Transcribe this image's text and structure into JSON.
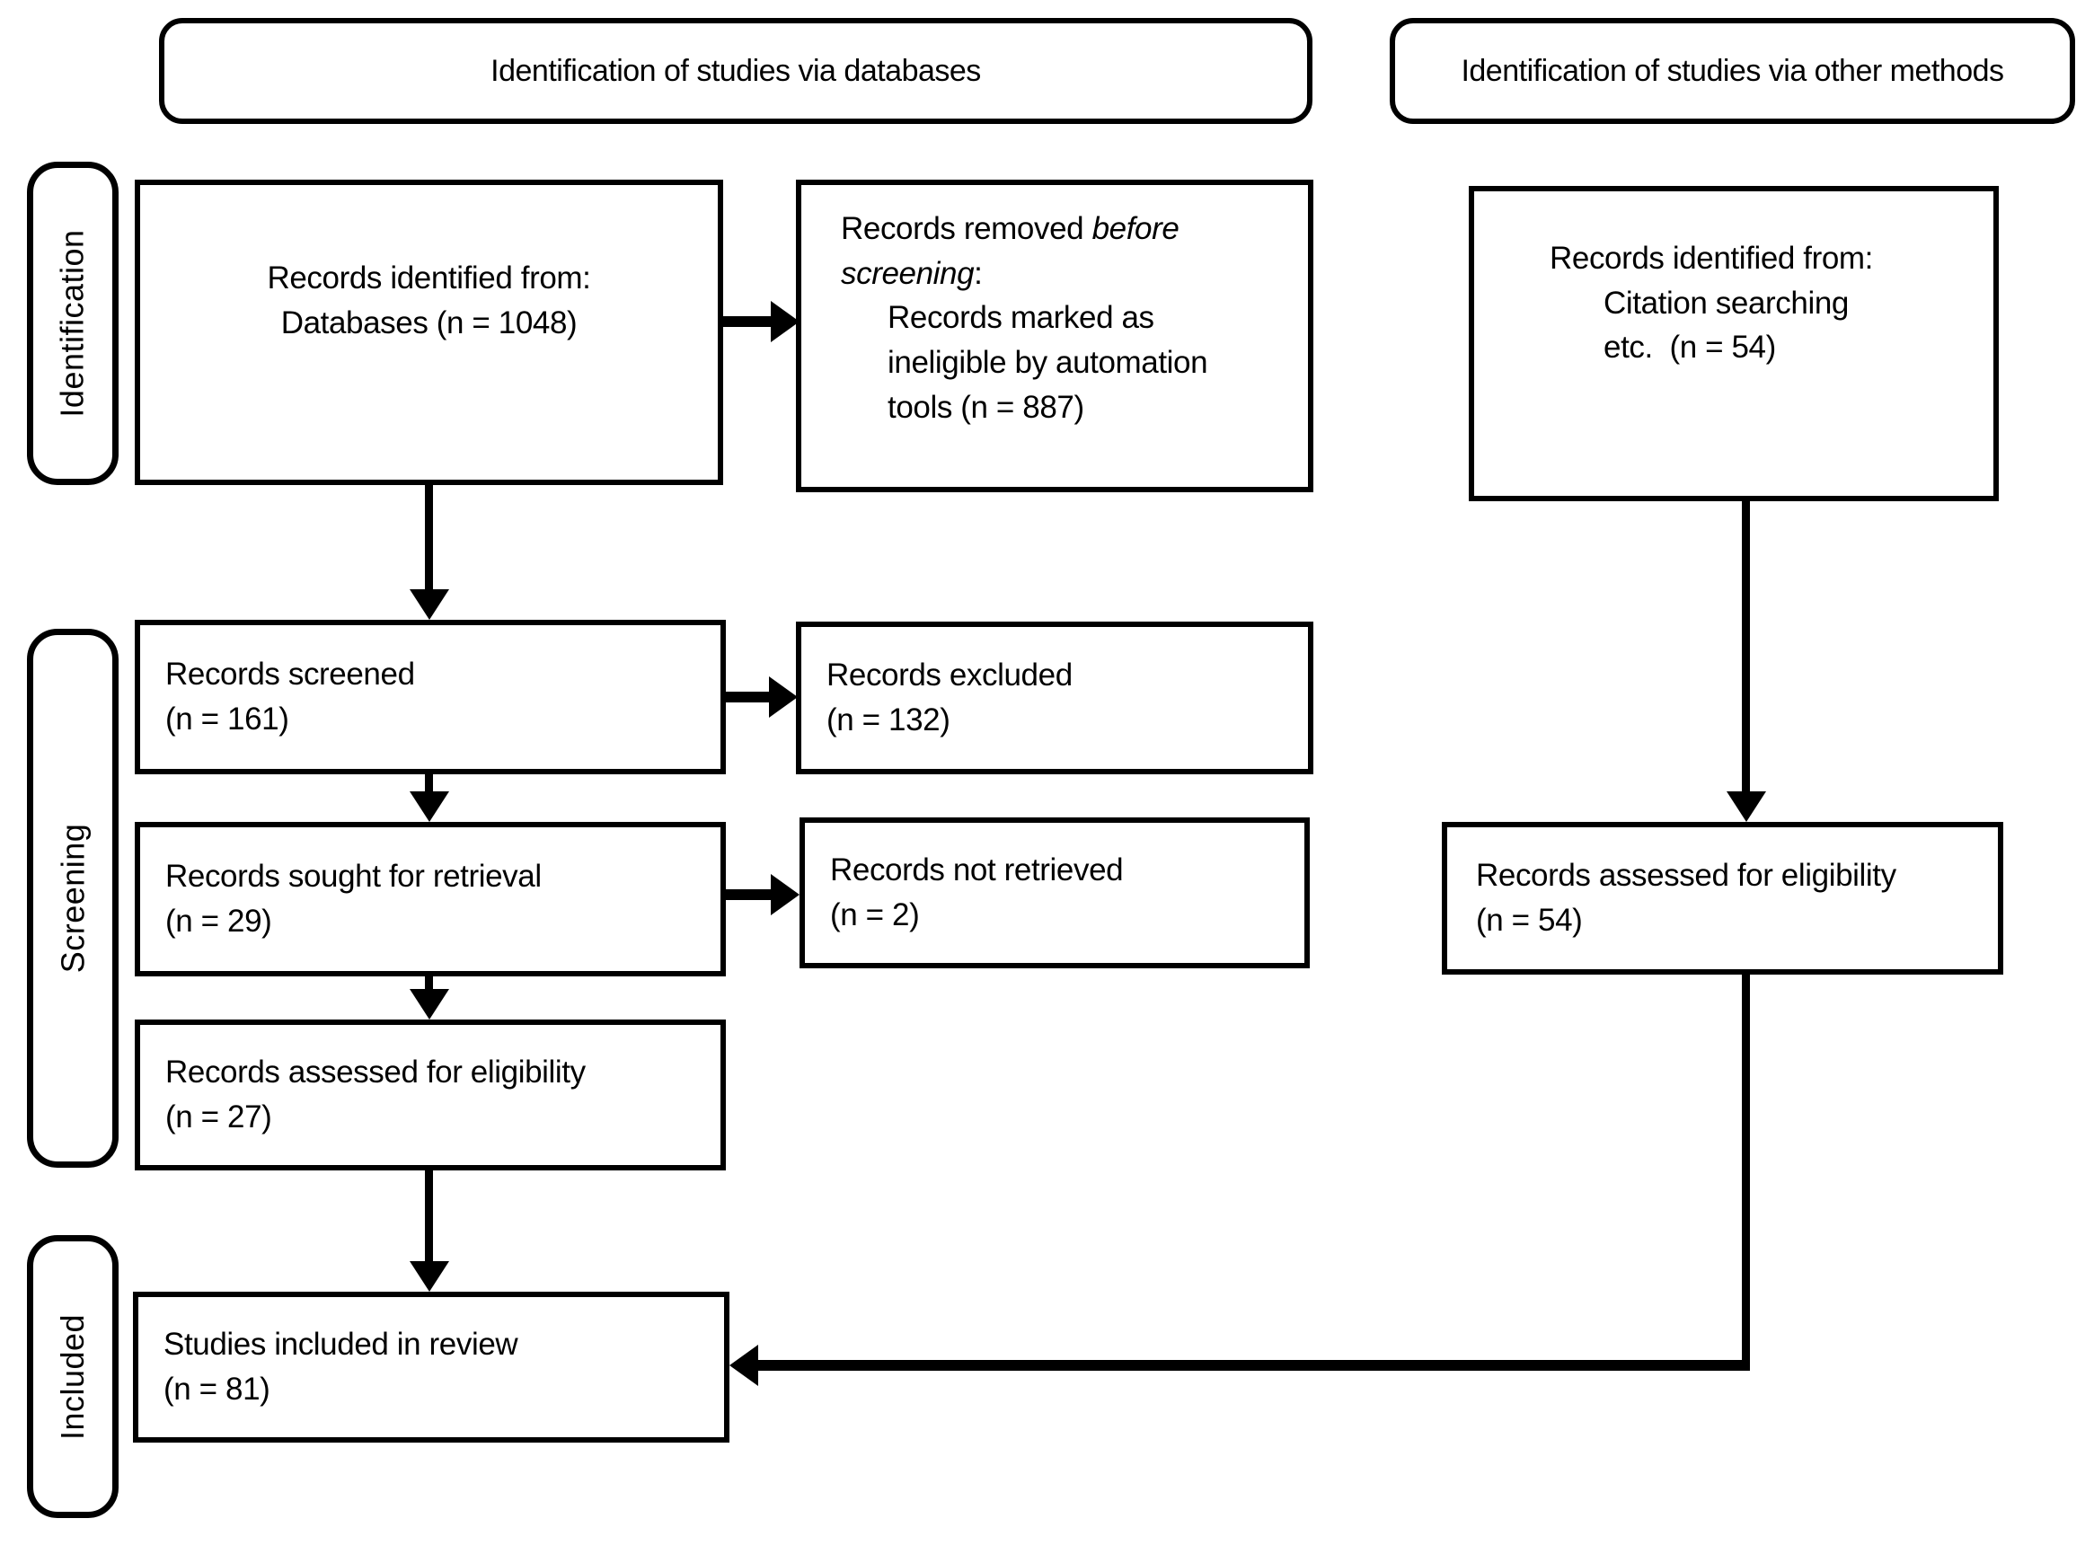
{
  "column_headers": {
    "databases": "Identification of studies via databases",
    "other_methods": "Identification of studies via other methods"
  },
  "stage_labels": {
    "identification": "Identification",
    "screening": "Screening",
    "included": "Included"
  },
  "boxes": {
    "records_identified_databases": {
      "line1": "Records identified from:",
      "line2": "Databases (n = 1048)"
    },
    "records_removed": {
      "prefix": "Records removed ",
      "italic1": "before",
      "italic2": "screening",
      "colon": ":",
      "items": [
        "Records marked as",
        "ineligible by automation",
        "tools (n = 887)"
      ]
    },
    "records_identified_other": {
      "line1": "Records identified from:",
      "line2": "Citation searching",
      "line3": "etc.  (n = 54)"
    },
    "records_screened": {
      "line1": "Records screened",
      "line2": "(n = 161)"
    },
    "records_excluded": {
      "line1": "Records excluded",
      "line2": "(n = 132)"
    },
    "records_sought": {
      "line1": "Records sought for retrieval",
      "line2": "(n = 29)"
    },
    "records_not_retrieved": {
      "line1": "Records not retrieved",
      "line2": "(n = 2)"
    },
    "records_assessed": {
      "line1": "Records assessed for eligibility",
      "line2": "(n = 27)"
    },
    "records_assessed_other": {
      "line1": "Records assessed for eligibility",
      "line2": "(n = 54)"
    },
    "studies_included": {
      "line1": "Studies included in review",
      "line2": "(n = 81)"
    }
  },
  "colors": {
    "line": "#000000",
    "background": "#ffffff"
  }
}
